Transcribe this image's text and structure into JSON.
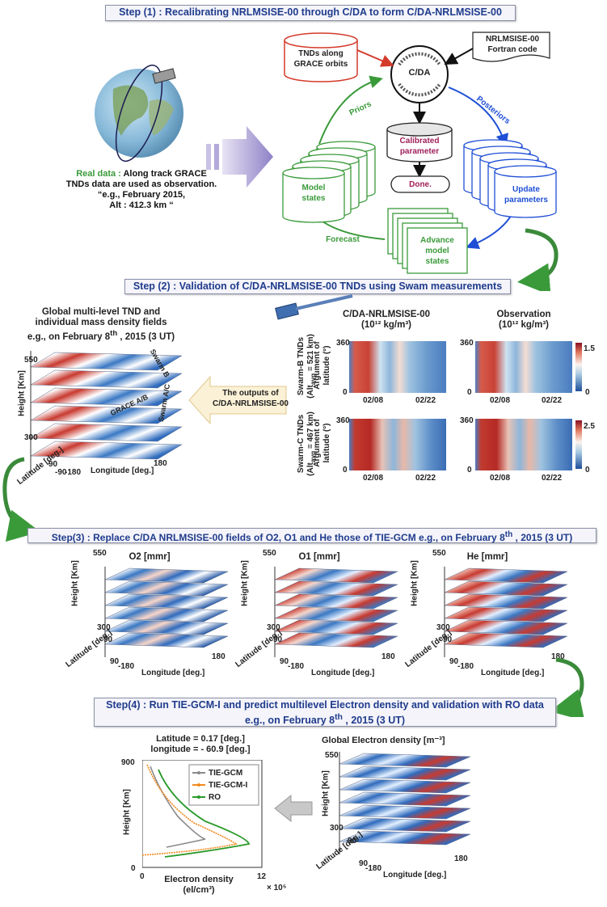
{
  "step1": {
    "title": "Step (1) : Recalibrating NRLMSISE-00 through C/DA to form C/DA-NRLMSISE-00"
  },
  "step2": {
    "title": "Step (2) : Validation of C/DA-NRLMSISE-00 TNDs  using Swam measurements"
  },
  "step3": {
    "title_pre": "Step(3) : Replace C/DA NRLMSISE-00 fields of  O2, O1 and He  those of TIE-GCM e.g., on February 8",
    "title_sup": "th",
    "title_post": " , 2015 (3 UT)"
  },
  "step4": {
    "line1": "Step(4) : Run TIE-GCM-I and predict multilevel  Electron density and validation with RO data",
    "line2_pre": "e.g., on February 8",
    "line2_sup": "th",
    "line2_post": " , 2015 (3 UT)"
  },
  "flow": {
    "tnds": "TNDs along\nGRACE orbits",
    "fortran": "NRLMSISE-00\nFortran code",
    "cda": "C/DA",
    "priors": "Priors",
    "posteriors": "Posteriors",
    "calibrated": "Calibrated\nparameter",
    "done": "Done.",
    "model_states": "Model\nstates",
    "update": "Update\nparameters",
    "advance": "Advance\nmodel\nstates",
    "forecast": "Forecast"
  },
  "real_data": {
    "label": "Real data :",
    "text": " Along track GRACE TNDs data are used as observation. “e.g., February 2015,",
    "alt": "Alt : 412.3 km “"
  },
  "global": {
    "title1": "Global multi-level TND and",
    "title2": "individual mass density fields",
    "title3_pre": "e.g., on February 8",
    "title3_sup": "th",
    "title3_post": " , 2015 (3 UT)",
    "h550": "550",
    "h300": "300",
    "height": "Height [Km]",
    "latitude": "Latitude [deg.]",
    "lat90": "90",
    "latm90": "-90",
    "lonm180": "-180",
    "lon180": "180",
    "longitude": "Longitude [deg.]",
    "swarmB": "Swarm B",
    "swarmAC": "Swarm A/C",
    "graceAB": "GRACE A/B"
  },
  "outputs": {
    "label": "The outputs of\nC/DA-NRLMSISE-00"
  },
  "heatmaps": {
    "col1_title": "C/DA-NRLMSISE-00",
    "col2_title": "Observation",
    "unit": "(10¹² kg/m³)",
    "swarmB_alt": "Swarm-B TNDs",
    "swarmB_alt2": "(Alt",
    "swarmB_alt_sub": "avg",
    "swarmB_alt3": " = 521 km)",
    "swarmC_alt": "Swarm-C TNDs",
    "swarmC_alt2": "(Alt",
    "swarmC_alt_sub": "avg",
    "swarmC_alt3": " = 467 km)",
    "arg": "Argument of",
    "arg2": "latitude (°)",
    "y360": "360",
    "y0": "0",
    "x1": "02/08",
    "x2": "02/22",
    "cb_top1": "1.5",
    "cb_top2": "2.5",
    "cb_bot": "0"
  },
  "species": {
    "o2": "O2 [mmr]",
    "o1": "O1 [mmr]",
    "he": "He [mmr]",
    "h550": "550",
    "h300": "300",
    "height": "Height [Km]",
    "lat": "Latitude [deg.]",
    "lat90": "90",
    "latm90": "90",
    "lonm180": "-180",
    "lon180": "180",
    "lon": "Longitude [deg.]"
  },
  "profile": {
    "title1": "Latitude = 0.17 [deg.]",
    "title2": "longitude = - 60.9 [deg.]",
    "y900": "900",
    "y0": "0",
    "ylabel": "Height [Km]",
    "x0": "0",
    "x12": "12",
    "xlabel": "Electron density",
    "xunit": "(el/cm³)",
    "xscale": "× 10⁵",
    "legend": [
      "TIE-GCM",
      "TIE-GCM-I",
      "RO"
    ]
  },
  "electron": {
    "title": "Global Electron density [m⁻³]",
    "h550": "550",
    "h300": "300",
    "height": "Height [Km]",
    "lat": "Latitude [deg.]",
    "lat90": "90",
    "latm90": "90",
    "lonm180": "-180",
    "lon180": "180",
    "lon": "Longitude [deg.]"
  },
  "colors": {
    "accent": "#1f3b8c",
    "green": "#3a9a3a",
    "blue": "#1f4fd6",
    "red": "#d43a2a",
    "arrow": "#a89ad0"
  }
}
